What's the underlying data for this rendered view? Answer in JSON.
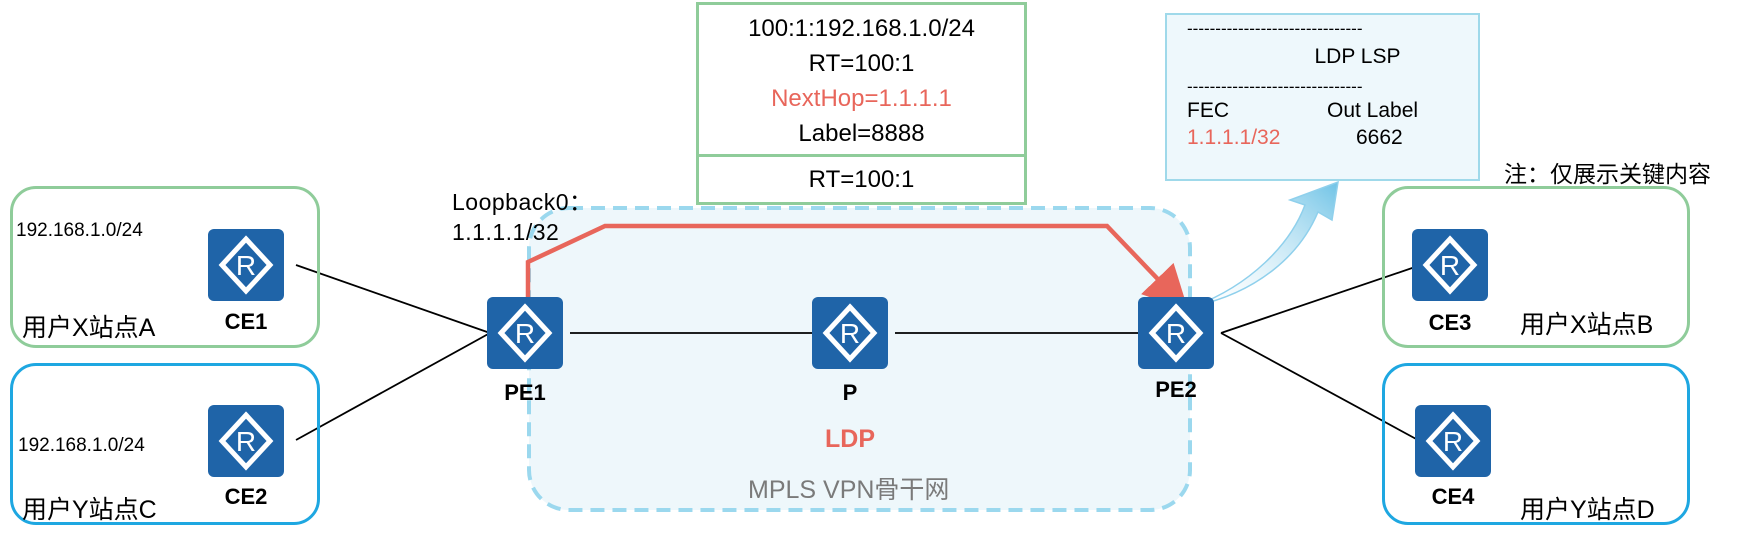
{
  "vpn_route": {
    "prefix": "100:1:192.168.1.0/24",
    "rt": "RT=100:1",
    "nexthop": "NextHop=1.1.1.1",
    "label": "Label=8888",
    "import_rt": "RT=100:1"
  },
  "ldp_lsp": {
    "dashes": "-------------------------------",
    "title": "LDP LSP",
    "col_fec": "FEC",
    "col_out_label": "Out Label",
    "fec_value": "1.1.1.1/32",
    "out_label_value": "6662"
  },
  "note": "注：仅展示关键内容",
  "loopback": {
    "line1": "Loopback0：",
    "line2": "1.1.1.1/32"
  },
  "backbone": {
    "protocol": "LDP",
    "name": "MPLS VPN骨干网"
  },
  "routers": {
    "ce1": "CE1",
    "ce2": "CE2",
    "ce3": "CE3",
    "ce4": "CE4",
    "pe1": "PE1",
    "p": "P",
    "pe2": "PE2"
  },
  "sites": {
    "a": {
      "name": "用户X站点A",
      "prefix": "192.168.1.0/24"
    },
    "c": {
      "name": "用户Y站点C",
      "prefix": "192.168.1.0/24"
    },
    "b": {
      "name": "用户X站点B"
    },
    "d": {
      "name": "用户Y站点D"
    }
  },
  "colors": {
    "router": "#1f64a8",
    "green_border": "#8fcc9a",
    "blue_border": "#1ea7e1",
    "lsp_path": "#e8665b",
    "backbone_fill": "#eef7fb",
    "backbone_border": "#9bd8ee"
  },
  "icons": {
    "router": "router-icon"
  }
}
